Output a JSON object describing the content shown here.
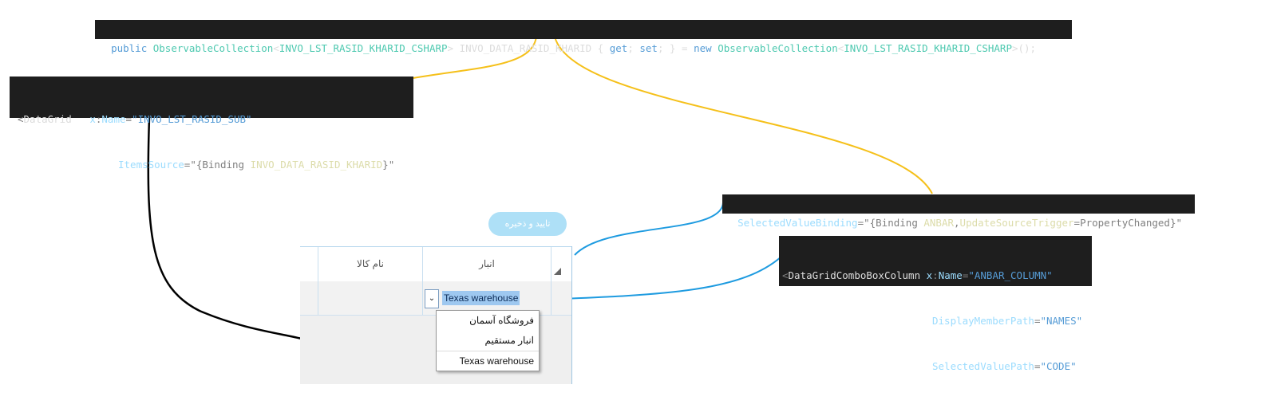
{
  "code_top": {
    "tokens": [
      "public",
      "ObservableCollection",
      "<",
      "INVO_LST_RASID_KHARID_CSHARP",
      "> ",
      "INVO_DATA_RASID_KHARID",
      " { ",
      "get",
      "; ",
      "set",
      "; } = ",
      "new",
      " ",
      "ObservableCollection",
      "<",
      "INVO_LST_RASID_KHARID_CSHARP",
      ">();"
    ]
  },
  "code_datagrid": {
    "line1": [
      "<",
      "DataGrid",
      "  ",
      "x",
      ":",
      "Name",
      "=",
      "\"INVO_LST_RASID_SUB\""
    ],
    "line2": [
      "ItemsSource",
      "=",
      "\"{Binding ",
      "INVO_DATA_RASID_KHARID",
      "}\""
    ]
  },
  "code_selected": {
    "tokens": [
      "SelectedValueBinding",
      "=",
      "\"{Binding ",
      "ANBAR",
      ",",
      "UpdateSourceTrigger",
      "=",
      "PropertyChanged",
      "}\""
    ]
  },
  "code_combo": {
    "line1": [
      "<",
      "DataGridComboBoxColumn",
      " ",
      "x",
      ":",
      "Name",
      "=",
      "\"ANBAR_COLUMN\""
    ],
    "line2": [
      "DisplayMemberPath",
      "=",
      "\"NAMES\""
    ],
    "line3": [
      "SelectedValuePath",
      "=",
      "\"CODE\""
    ]
  },
  "ui": {
    "save_label": "تایید و ذخیره",
    "col_goods": "نام کالا",
    "col_warehouse": "انبار",
    "chevron": "⌄",
    "selected_value": "Texas warehouse",
    "options": [
      "فروشگاه آسمان",
      "انبار  مستقیم",
      "Texas warehouse"
    ]
  },
  "colors": {
    "code_bg": "#1e1e1e",
    "yellow_link": "#f5c01a",
    "blue_link": "#1e9be0",
    "black_link": "#000000"
  }
}
